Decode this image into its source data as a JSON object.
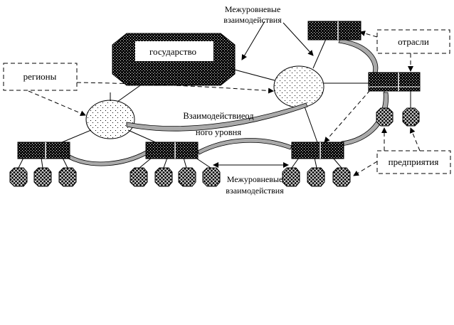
{
  "labels": {
    "state": "государство",
    "regions": "регионы",
    "sectors": "отрасли",
    "enterprises": "предприятия",
    "interlevel_top_line1": "Межуровневые",
    "interlevel_top_line2": "взаимодействия",
    "same_level_line1": "Взаимодействиеод",
    "same_level_line2": "ного уровня",
    "interlevel_bottom_line1": "Межуровневые",
    "interlevel_bottom_line2": "взаимодействия"
  },
  "colors": {
    "ink": "#000000",
    "paper": "#ffffff",
    "connector_fill": "#aaaaaa"
  }
}
